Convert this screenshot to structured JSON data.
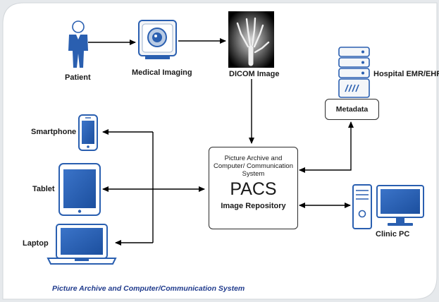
{
  "nodes": {
    "patient": "Patient",
    "medical_imaging": "Medical Imaging",
    "dicom_image": "DICOM Image",
    "hospital_emr": "Hospital EMR/EHR",
    "metadata": "Metadata",
    "smartphone": "Smartphone",
    "tablet": "Tablet",
    "laptop": "Laptop",
    "clinic_pc": "Clinic PC"
  },
  "pacs": {
    "full_name": "Picture Archive and Computer/ Communication System",
    "acronym": "PACS",
    "subtitle": "Image Repository"
  },
  "caption": "Picture Archive and Computer/Communication System",
  "colors": {
    "device_blue": "#2a5fb0",
    "caption_blue": "#1f3a8c",
    "arrow": "#000000"
  }
}
